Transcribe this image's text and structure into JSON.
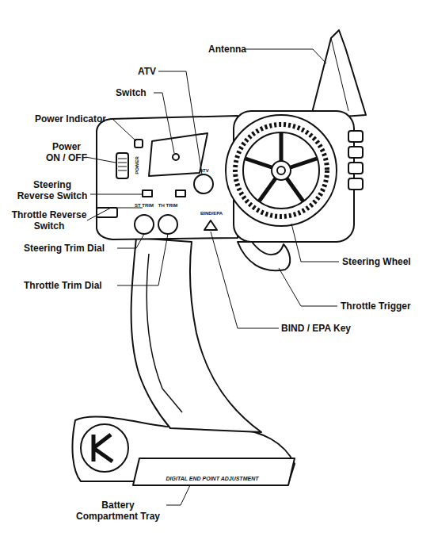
{
  "diagram": {
    "labels": [
      "Antenna",
      "ATV",
      "Switch",
      "Power Indicator",
      "Power ON / OFF",
      "Steering Reverse Switch",
      "Throttle Reverse Switch",
      "Steering Trim Dial",
      "Throttle Trim Dial",
      "BIND / EPA Key",
      "Steering Wheel",
      "Throttle Trigger",
      "Battery Compartment Tray",
      "POWER",
      "ATV",
      "ST TRIM",
      "TH TRIM",
      "BIND/EPA",
      "DIGITAL END POINT ADJUSTMENT"
    ]
  }
}
